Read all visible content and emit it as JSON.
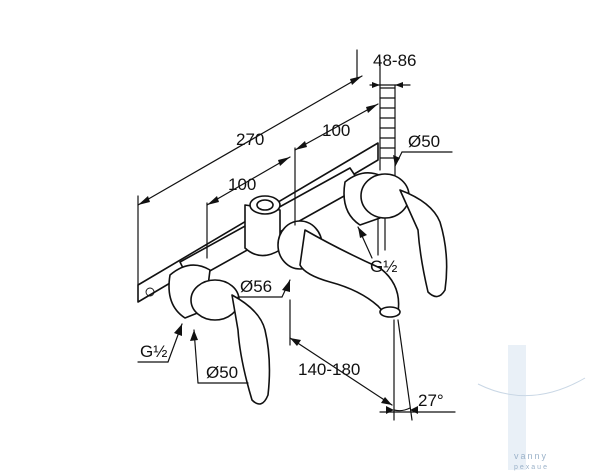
{
  "dimensions": {
    "wall_depth": "48-86",
    "total_width": "270",
    "spacing_right": "100",
    "spacing_left": "100",
    "handle_dia_right": "Ø50",
    "handle_dia_left": "Ø50",
    "spout_dia": "Ø56",
    "thread_left": "G½",
    "thread_right": "G½",
    "spout_reach": "140-180",
    "spout_angle": "27°"
  },
  "watermark": {
    "text": "vanny",
    "subtext": "pexaue",
    "color": "#9bb2c9"
  }
}
